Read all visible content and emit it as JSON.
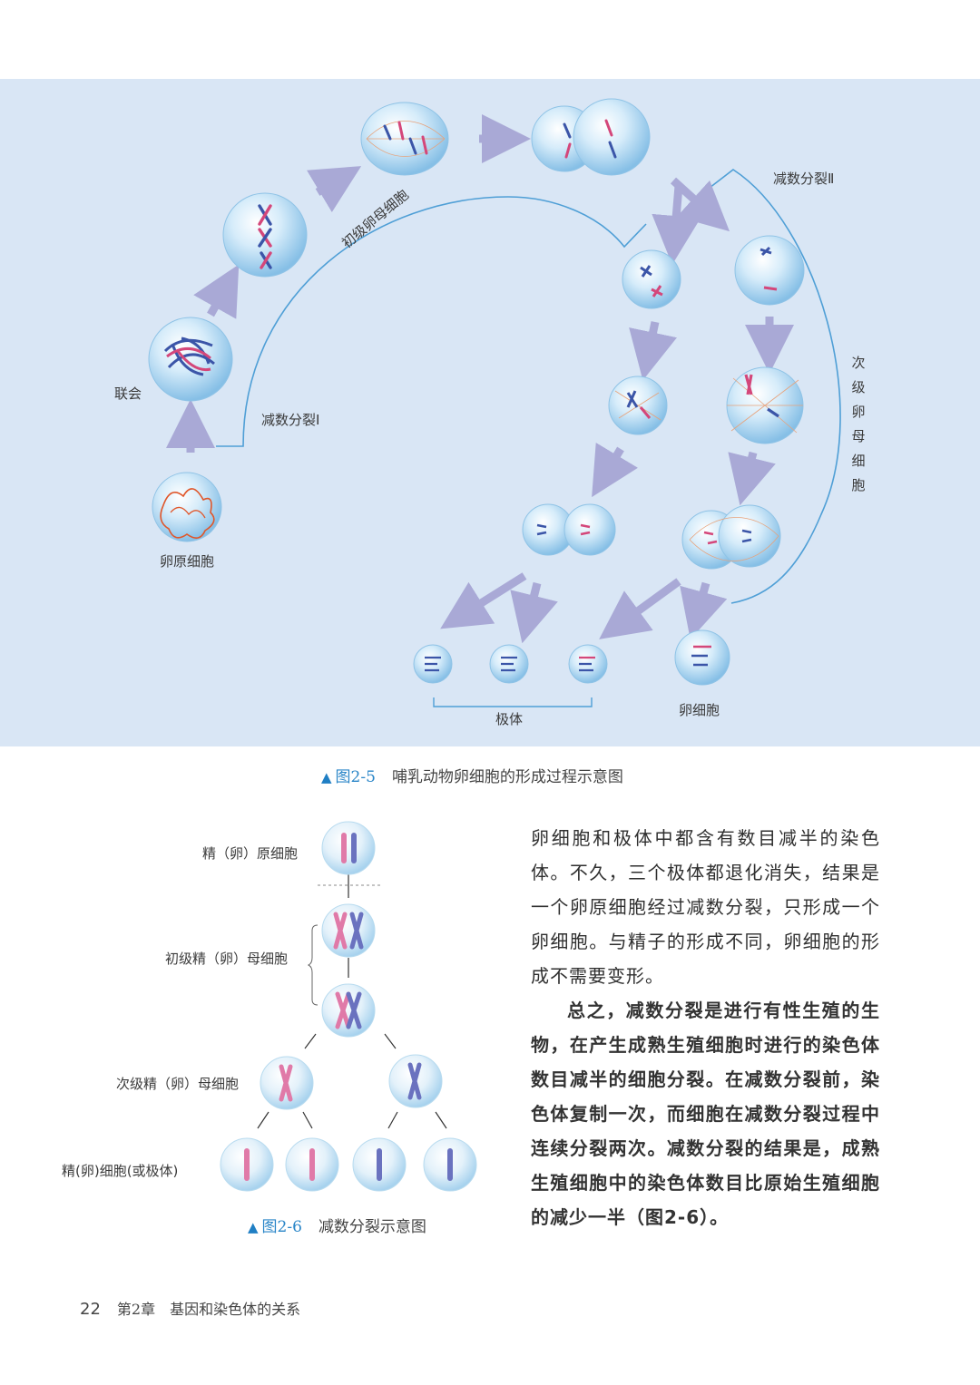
{
  "figure_2_5": {
    "labels": {
      "oogonium": "卵原细胞",
      "synapsis": "联会",
      "meiosis_1": "减数分裂Ⅰ",
      "primary_oocyte": "初级卵母细胞",
      "meiosis_2": "减数分裂Ⅱ",
      "secondary_oocyte": "次级卵母细胞",
      "polar_body": "极体",
      "egg_cell": "卵细胞"
    },
    "caption_number": "图2-5",
    "caption_title": "哺乳动物卵细胞的形成过程示意图"
  },
  "figure_2_6": {
    "labels": {
      "row1": "精（卵）原细胞",
      "row2": "初级精（卵）母细胞",
      "row3": "次级精（卵）母细胞",
      "row4": "精(卵)细胞(或极体)"
    },
    "caption_number": "图2-6",
    "caption_title": "减数分裂示意图"
  },
  "body": {
    "paragraph_1": "卵细胞和极体中都含有数目减半的染色体。不久，三个极体都退化消失，结果是一个卵原细胞经过减数分裂，只形成一个卵细胞。与精子的形成不同，卵细胞的形成不需要变形。",
    "paragraph_2": "总之，减数分裂是进行有性生殖的生物，在产生成熟生殖细胞时进行的染色体数目减半的细胞分裂。在减数分裂前，染色体复制一次，而细胞在减数分裂过程中连续分裂两次。减数分裂的结果是，成熟生殖细胞中的染色体数目比原始生殖细胞的减少一半（图2-6）。"
  },
  "footer": {
    "page_number": "22",
    "chapter": "第2章",
    "chapter_title": "基因和染色体的关系"
  },
  "colors": {
    "panel_bg": "#d9e6f5",
    "cell_fill": "#bcdcf2",
    "arrow": "#a9a9d6",
    "bracket_line": "#4f9fd6",
    "caption_accent": "#2a86c8"
  }
}
